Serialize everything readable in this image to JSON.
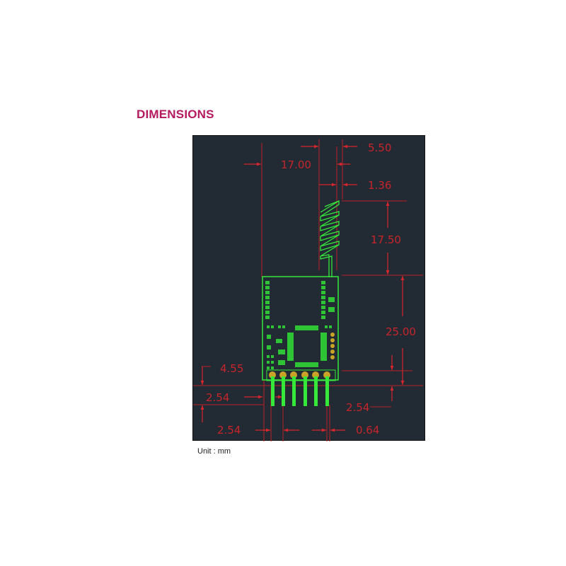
{
  "title": "DIMENSIONS",
  "unit_label": "Unit : mm",
  "colors": {
    "title": "#b5195f",
    "panel_background": "#222a33",
    "dimension_lines": "#c8242b",
    "pcb_outline": "#35e83a",
    "pads": "#c9a227"
  },
  "dimensions": {
    "antenna_offset": "17.00",
    "antenna_width": "5.50",
    "antenna_wire": "1.36",
    "antenna_height": "17.50",
    "board_height": "25.00",
    "pin_header_offset": "4.55",
    "pin_row_left": "2.54",
    "pin_length": "2.54",
    "pin_pitch": "2.54",
    "pin_width": "0.64"
  },
  "components": {
    "antenna": "spring-antenna",
    "board": "rf-module-pcb",
    "pins": 6
  }
}
